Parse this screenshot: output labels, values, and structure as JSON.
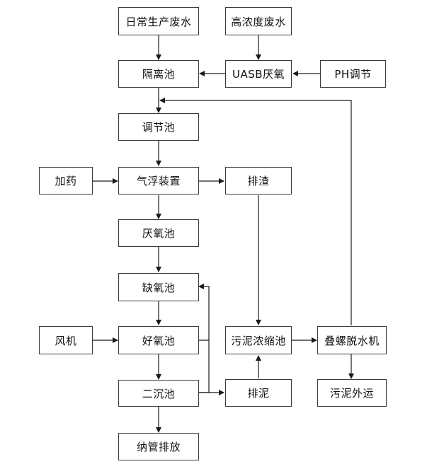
{
  "nodes": {
    "daily_wastewater": "日常生产废水",
    "high_conc_wastewater": "高浓度废水",
    "isolation_tank": "隔离池",
    "uasb_anaerobic": "UASB厌氧",
    "ph_adjust": "PH调节",
    "adjust_tank": "调节池",
    "dosing": "加药",
    "air_flotation": "气浮装置",
    "slag_discharge": "排渣",
    "anaerobic_tank": "厌氧池",
    "anoxic_tank": "缺氧池",
    "blower": "风机",
    "aerobic_tank": "好氧池",
    "sludge_thickener": "污泥浓缩池",
    "screw_dewatering": "叠螺脱水机",
    "secondary_clarifier": "二沉池",
    "sludge_discharge": "排泥",
    "sludge_transport": "污泥外运",
    "sewer_discharge": "纳管排放"
  },
  "colors": {
    "line": "#1a1a1a",
    "border": "#3a3a3a"
  }
}
